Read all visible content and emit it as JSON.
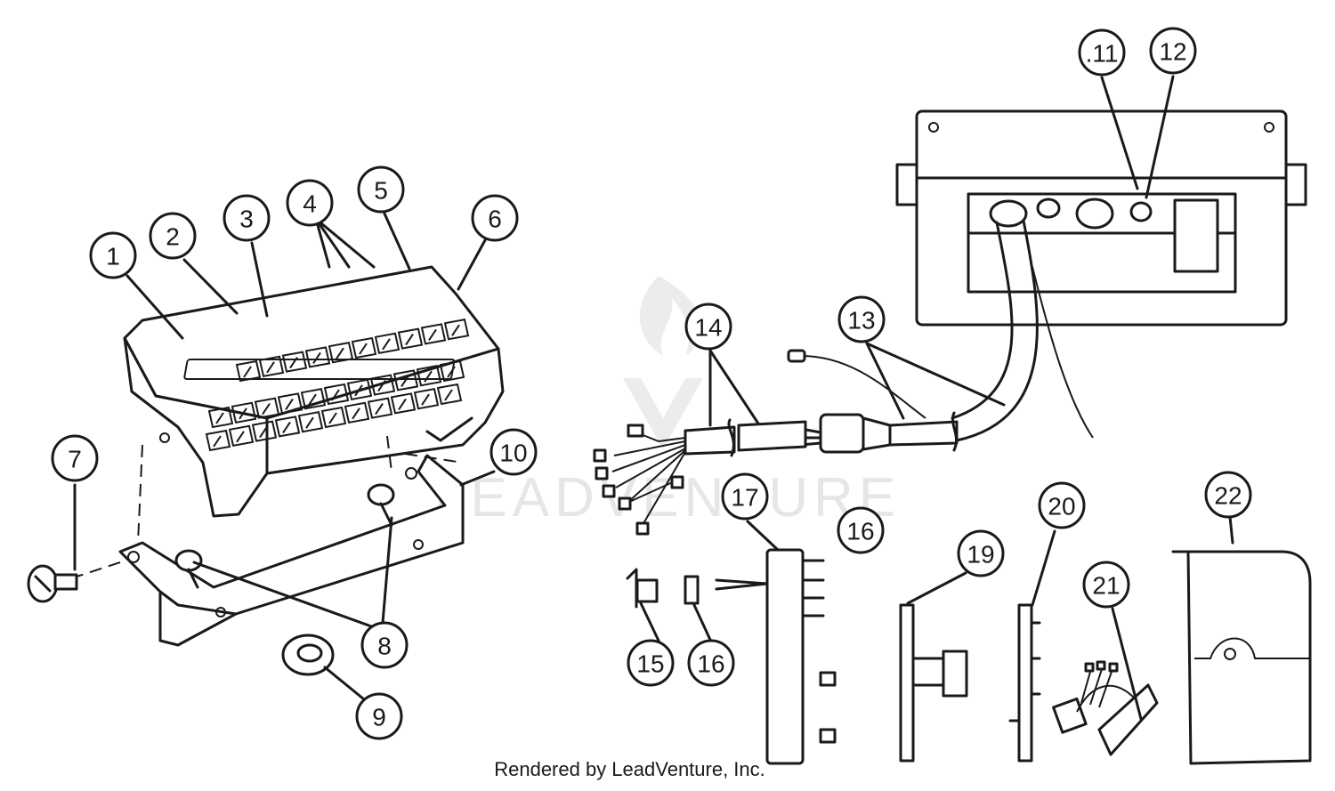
{
  "diagram": {
    "callouts": [
      {
        "id": "1",
        "label": "1"
      },
      {
        "id": "2",
        "label": "2"
      },
      {
        "id": "3",
        "label": "3"
      },
      {
        "id": "4",
        "label": "4"
      },
      {
        "id": "5",
        "label": "5"
      },
      {
        "id": "6",
        "label": "6"
      },
      {
        "id": "7",
        "label": "7"
      },
      {
        "id": "8",
        "label": "8"
      },
      {
        "id": "9",
        "label": "9"
      },
      {
        "id": "10",
        "label": "10"
      },
      {
        "id": "11",
        "label": ".11"
      },
      {
        "id": "12",
        "label": "12"
      },
      {
        "id": "13",
        "label": "13"
      },
      {
        "id": "14",
        "label": "14"
      },
      {
        "id": "15",
        "label": "15"
      },
      {
        "id": "16a",
        "label": "16"
      },
      {
        "id": "16b",
        "label": "16"
      },
      {
        "id": "17",
        "label": "17"
      },
      {
        "id": "19",
        "label": "19"
      },
      {
        "id": "20",
        "label": "20"
      },
      {
        "id": "21",
        "label": "21"
      },
      {
        "id": "22",
        "label": "22"
      }
    ]
  },
  "watermark": {
    "text": "LEADVENTURE",
    "color": "#e6e6e6"
  },
  "footer": {
    "text": "Rendered by LeadVenture, Inc."
  }
}
